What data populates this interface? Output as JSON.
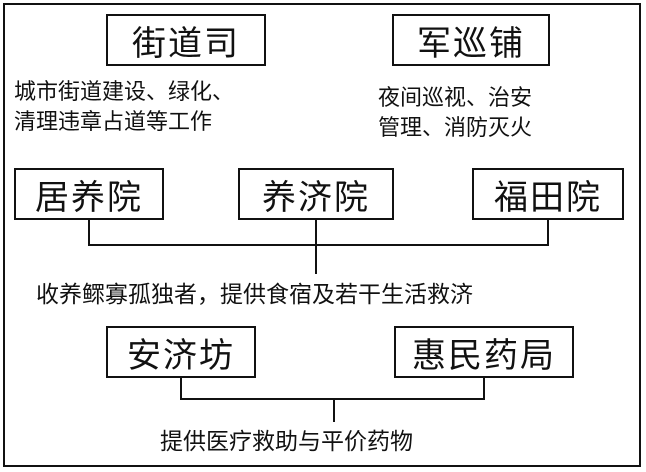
{
  "agencies_top": {
    "jiedaosi": {
      "name": "街道司",
      "duties": [
        "城市街道建设、绿化、",
        "清理违章占道等工作"
      ]
    },
    "junxunpu": {
      "name": "军巡铺",
      "duties": [
        "夜间巡视、治安",
        "管理、消防灭火"
      ]
    }
  },
  "welfare_group": {
    "institutions": [
      "居养院",
      "养济院",
      "福田院"
    ],
    "function": "收养鳏寡孤独者，提供食宿及若干生活救济"
  },
  "medical_group": {
    "institutions": [
      "安济坊",
      "惠民药局"
    ],
    "function": "提供医疗救助与平价药物"
  }
}
